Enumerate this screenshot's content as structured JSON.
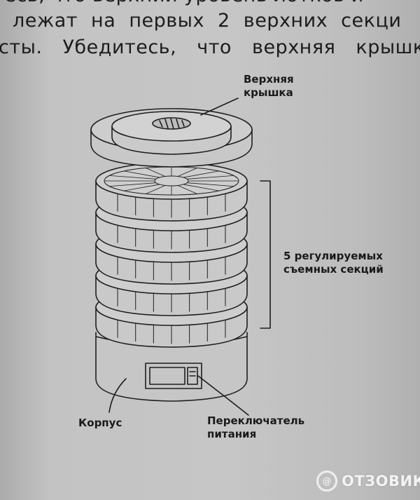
{
  "text": {
    "line1": "тесь, что верхний уровень лотков и",
    "line2": "лежат на первых 2 верхних секци",
    "line3": "сты. Убедитесь, что верхняя крышка"
  },
  "labels": {
    "lid": [
      "Верхняя",
      "крышка"
    ],
    "sections": [
      "5 регулируемых",
      "съемных секций"
    ],
    "body": "Корпус",
    "switch": [
      "Переключатель",
      "питания"
    ]
  },
  "diagram": {
    "section_count": 5
  },
  "watermark": {
    "logo_text": "@",
    "text": "ОТЗОВИК"
  }
}
